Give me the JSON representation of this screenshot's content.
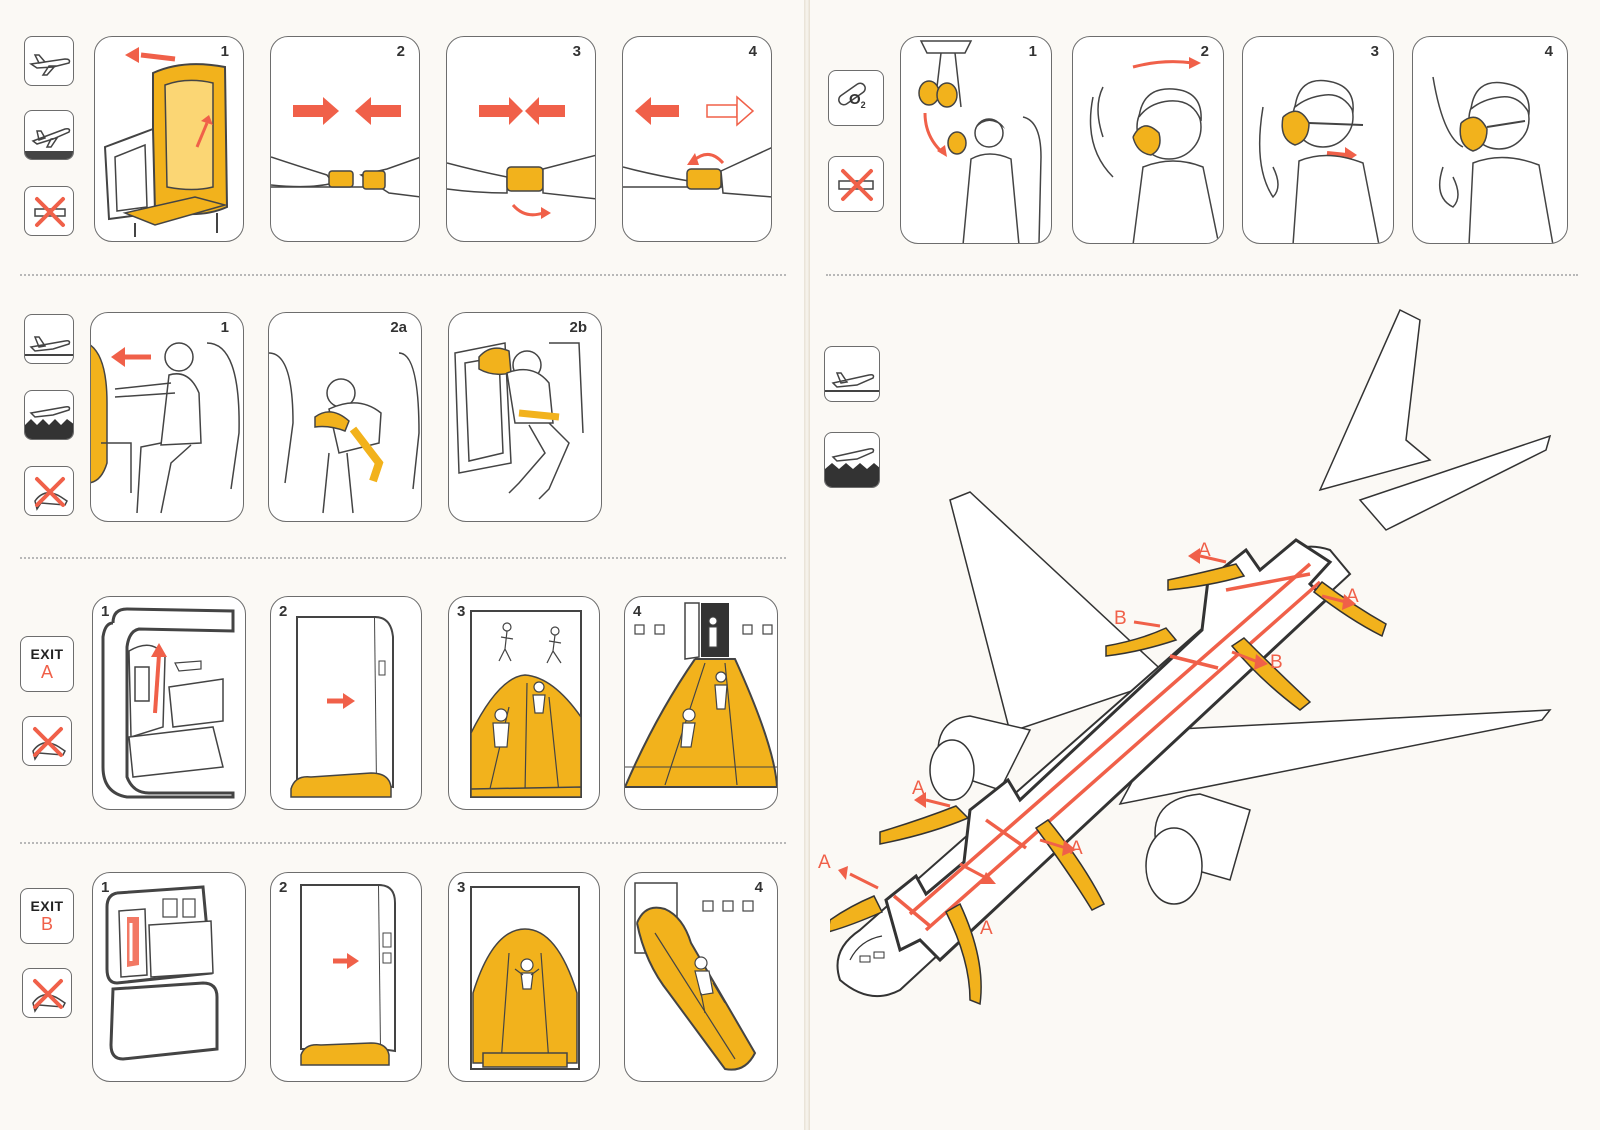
{
  "colors": {
    "safety_yellow": "#f2b21c",
    "arrow_red": "#f06049",
    "line": "#4a4a4a"
  },
  "icons": [
    "airplane-icon",
    "airplane-landing-icon",
    "no-smoking-icon",
    "crash-landing-icon",
    "water-landing-icon",
    "no-high-heels-icon",
    "oxygen-bottle-icon"
  ],
  "seat_belt": {
    "steps": [
      "1",
      "2",
      "3",
      "4"
    ]
  },
  "brace": {
    "steps": [
      "1",
      "2a",
      "2b"
    ]
  },
  "oxygen": {
    "gas_symbol": "O",
    "gas_subscript": "2",
    "steps": [
      "1",
      "2",
      "3",
      "4"
    ]
  },
  "exit_a": {
    "word": "EXIT",
    "code": "A",
    "steps": [
      "1",
      "2",
      "3",
      "4"
    ]
  },
  "exit_b": {
    "word": "EXIT",
    "code": "B",
    "steps": [
      "1",
      "2",
      "3",
      "4"
    ]
  },
  "aircraft_map": {
    "labels": [
      "A",
      "A",
      "B",
      "B",
      "A",
      "A",
      "A",
      "A"
    ]
  }
}
